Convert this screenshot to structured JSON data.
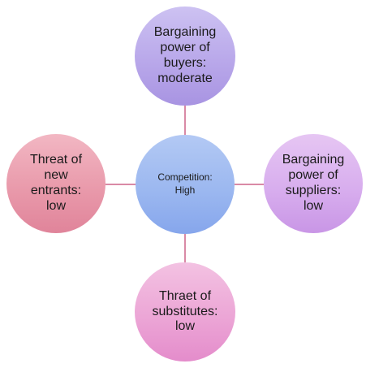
{
  "center": {
    "label": "Competition:\nHigh",
    "color": "#9cb8f0"
  },
  "nodes": {
    "top": {
      "label": "Bargaining\npower of\nbuyers:\nmoderate",
      "color": "#b9a8ea"
    },
    "right": {
      "label": "Bargaining\npower of\nsuppliers:\nlow",
      "color": "#d8aeee"
    },
    "bottom": {
      "label": "Thraet of\nsubstitutes:\nlow",
      "color": "#eca6d6"
    },
    "left": {
      "label": "Threat of\nnew\nentrants:\nlow",
      "color": "#e99aab"
    }
  },
  "connector_color": "#d98aa6"
}
